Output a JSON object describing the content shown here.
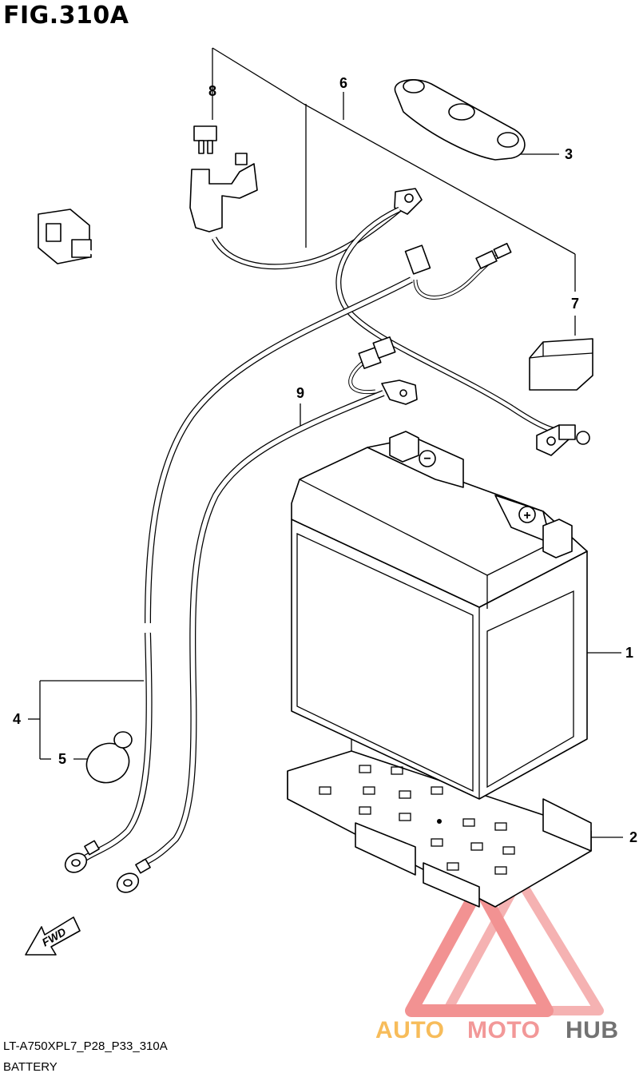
{
  "figure": {
    "title": "FIG.310A",
    "model_code": "LT-A750XPL7_P28_P33_310A",
    "name": "BATTERY"
  },
  "callouts": [
    "1",
    "2",
    "3",
    "4",
    "5",
    "6",
    "7",
    "8",
    "9"
  ],
  "fwd_label": "FWD",
  "watermark": {
    "word_light": "AUTO",
    "word_mid": "MOTO",
    "word_dark": "HUB",
    "color_light": "#f5a623",
    "color_mid": "#f07f7f",
    "color_dark": "#5a5a5a"
  },
  "terminal_symbols": {
    "negative": "−",
    "positive": "+"
  }
}
